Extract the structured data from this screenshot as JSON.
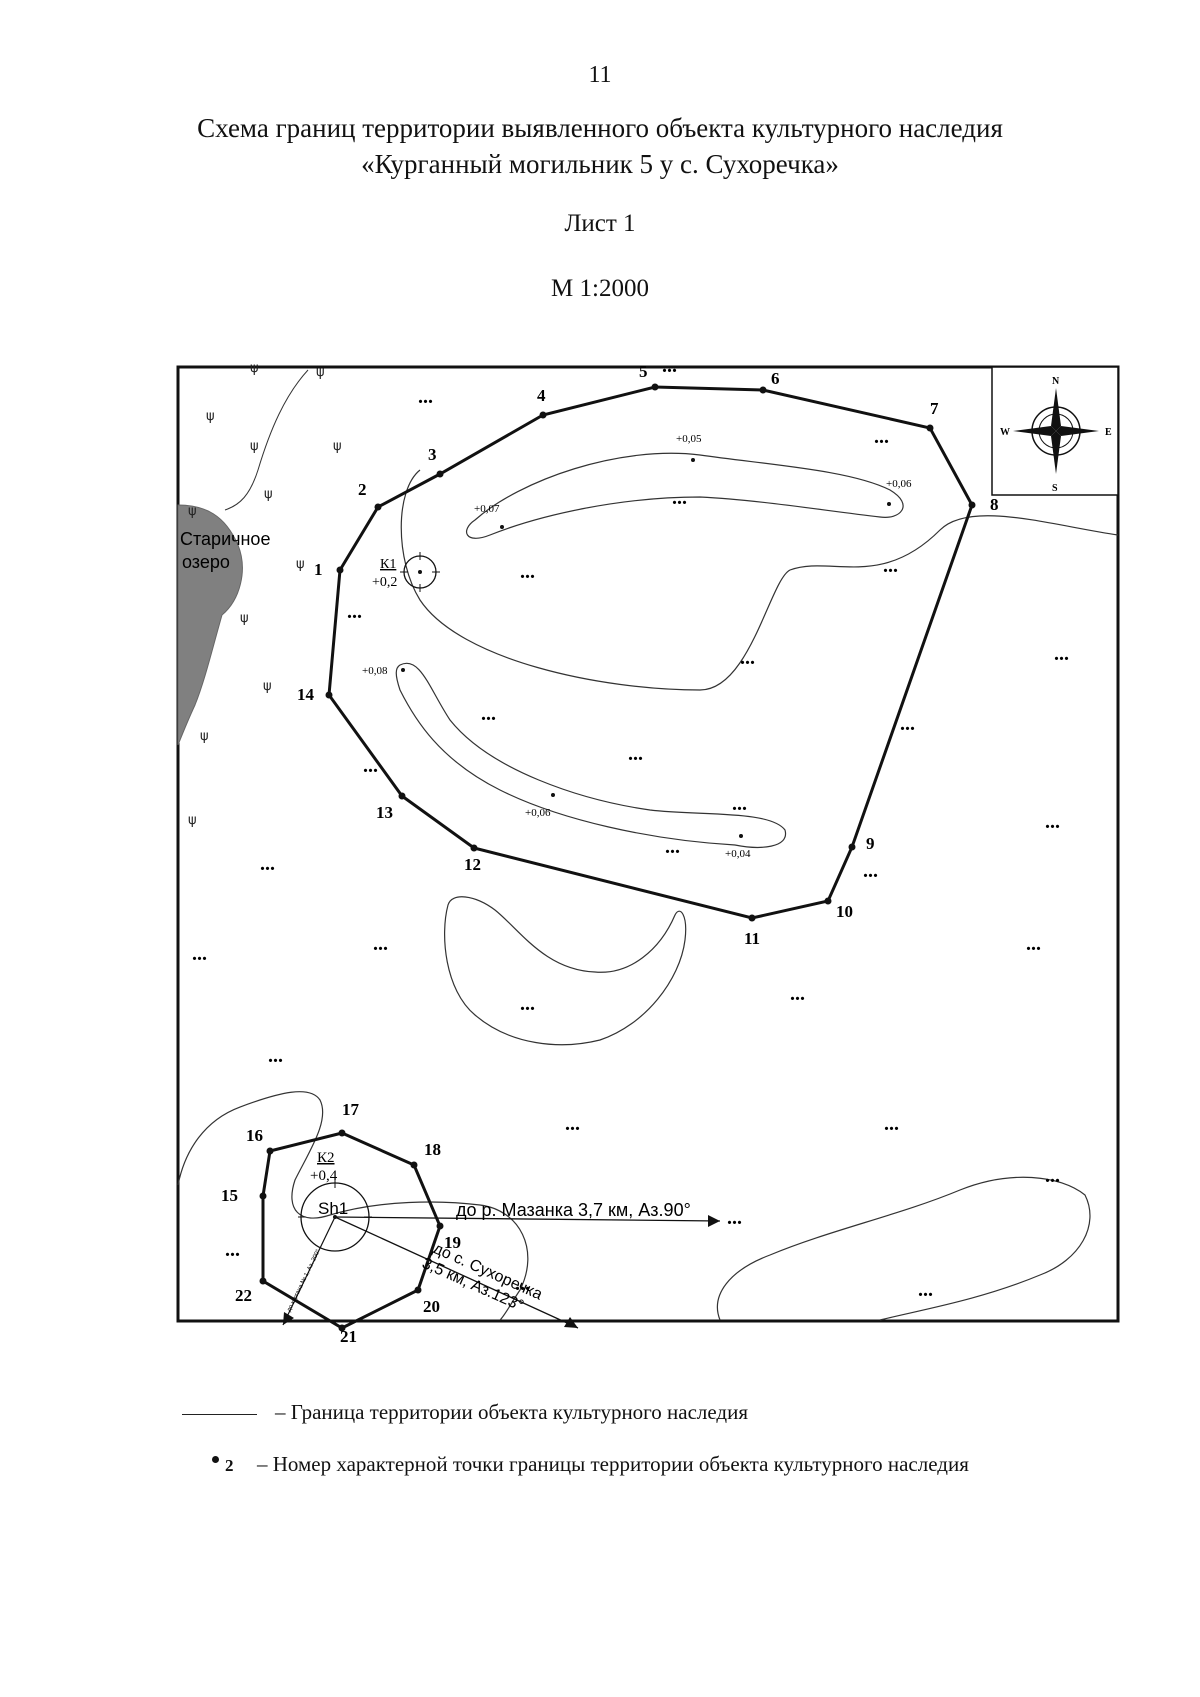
{
  "header": {
    "page_number": "11",
    "title_line1": "Схема границ территории выявленного объекта культурного наследия",
    "title_line2": "«Курганный могильник 5 у с. Сухоречка»",
    "sheet": "Лист 1",
    "scale": "М 1:2000"
  },
  "map": {
    "lake_label_1": "Старичное",
    "lake_label_2": "озеро",
    "compass": {
      "n": "N",
      "s": "S",
      "w": "W",
      "e": "E"
    },
    "mound_k1": {
      "name": "К1",
      "height": "+0,2"
    },
    "mound_k2": {
      "name": "К2",
      "height": "+0,4"
    },
    "sh1": "Sh1",
    "elevations": [
      "+0,05",
      "+0,06",
      "+0,07",
      "+0,08",
      "+0,06",
      "+0,04"
    ],
    "arrow_mazanka": "до р. Мазанка 3,7 км, Аз.90°",
    "arrow_sukhorechka_1": "до с. Сухоречка",
    "arrow_sukhorechka_2": "3,5 км, Аз.123°",
    "arrow_small": "до кургана № 1, Аз. 200°",
    "points": [
      "1",
      "2",
      "3",
      "4",
      "5",
      "6",
      "7",
      "8",
      "9",
      "10",
      "11",
      "12",
      "13",
      "14"
    ],
    "points_k2": [
      "15",
      "16",
      "17",
      "18",
      "19",
      "20",
      "21",
      "22"
    ],
    "ellipsis": "..."
  },
  "legend": {
    "boundary": "– Граница территории объекта культурного наследия",
    "point_number": "2",
    "point": "– Номер характерной точки границы территории объекта культурного наследия"
  }
}
